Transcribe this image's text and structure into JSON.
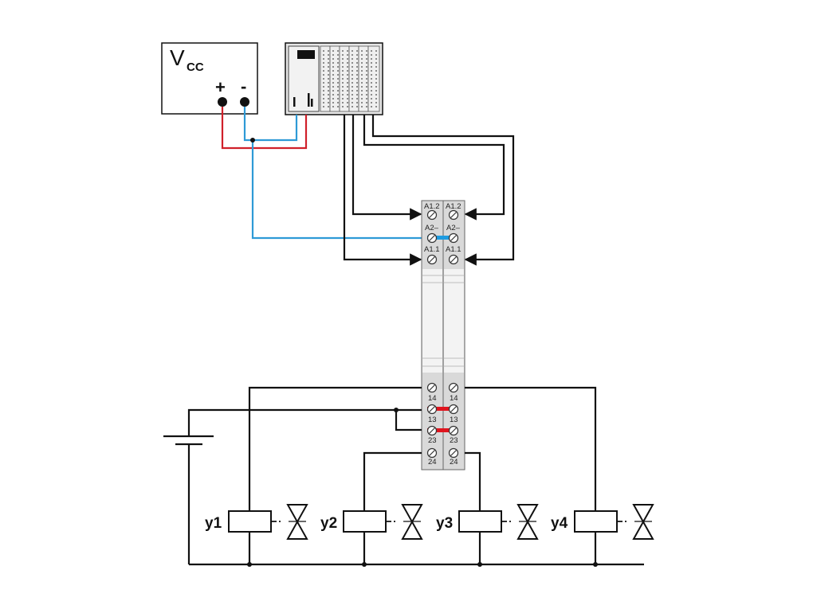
{
  "supply": {
    "title_main": "V",
    "title_sub": "CC",
    "plus_symbol": "+",
    "minus_symbol": "-"
  },
  "relay_terminals": {
    "top_row1": [
      "A1.2",
      "A1.2"
    ],
    "top_row2": [
      "A2–",
      "A2–"
    ],
    "top_row3": [
      "A1.1",
      "A1.1"
    ],
    "bottom_row1": [
      "14",
      "14"
    ],
    "bottom_row2": [
      "13",
      "13"
    ],
    "bottom_row3": [
      "23",
      "23"
    ],
    "bottom_row4": [
      "24",
      "24"
    ]
  },
  "loads": [
    "y1",
    "y2",
    "y3",
    "y4"
  ],
  "colors": {
    "positive": "#d0202a",
    "negative": "#2e9ad6",
    "signal": "#111111",
    "module_fill": "#d9d9d9",
    "bridge_red": "#e0141e",
    "bridge_blue": "#1e9be0"
  }
}
